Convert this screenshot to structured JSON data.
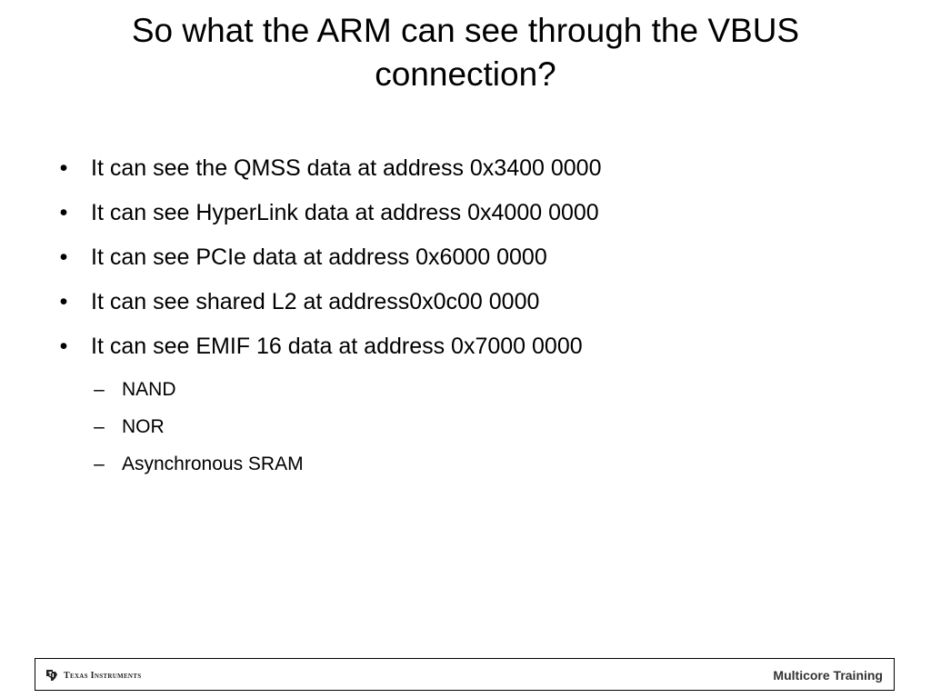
{
  "slide": {
    "title": "So what the ARM can see through the VBUS connection?",
    "bullets": [
      "It can see the QMSS data at address 0x3400 0000",
      "It can see HyperLink data at address 0x4000 0000",
      "It can see PCIe data at address 0x6000 0000",
      "It can see shared L2 at address0x0c00 0000",
      "It can see EMIF 16 data at address 0x7000 0000"
    ],
    "sub_bullets": [
      "NAND",
      "NOR",
      "Asynchronous SRAM"
    ],
    "bullet_glyph": "•",
    "dash_glyph": "–"
  },
  "footer": {
    "logo_text": "Texas Instruments",
    "brand_text": "Multicore Training"
  },
  "icons": {
    "logo": "ti-logo-icon"
  }
}
